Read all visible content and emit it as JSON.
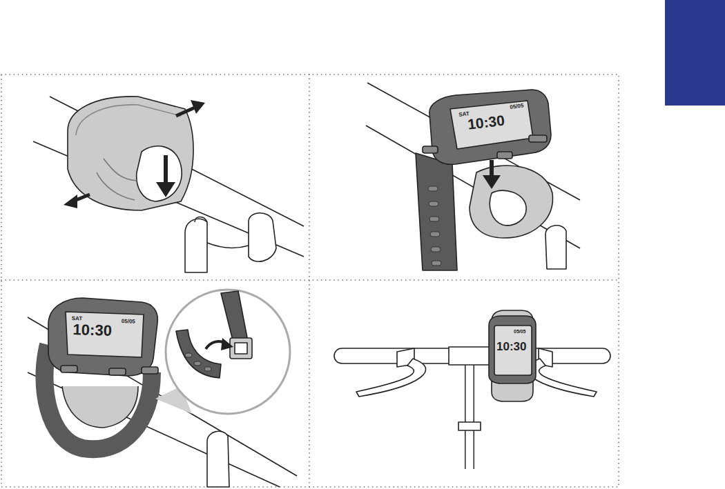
{
  "diagram": {
    "labels": [
      "SAT",
      "05/05",
      "10:30",
      "SAT",
      "10:30",
      "05/05",
      "05/05",
      "10:30"
    ]
  }
}
